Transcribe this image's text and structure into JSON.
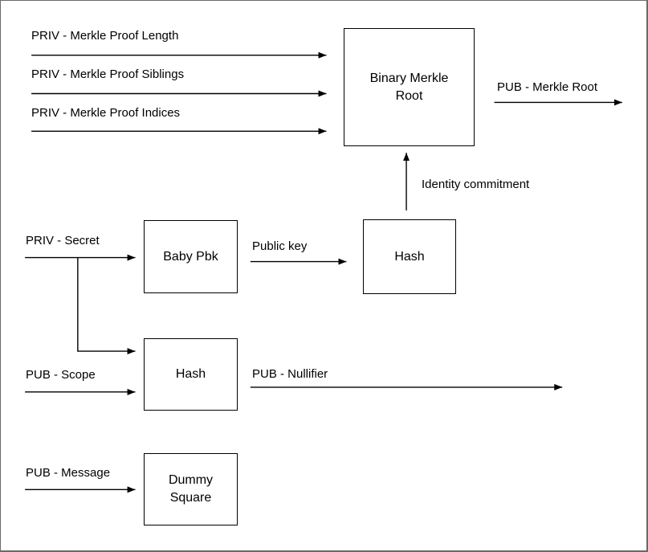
{
  "canvas": {
    "background": "#ffffff",
    "border_color": "#6a6a6a",
    "line_color": "#000000",
    "text_color": "#000000"
  },
  "boxes": [
    {
      "id": "binary-merkle-root",
      "label": "Binary Merkle\nRoot"
    },
    {
      "id": "baby-pbk",
      "label": "Baby Pbk"
    },
    {
      "id": "hash-identity",
      "label": "Hash"
    },
    {
      "id": "hash-nullifier",
      "label": "Hash"
    },
    {
      "id": "dummy-square",
      "label": "Dummy\nSquare"
    }
  ],
  "labels": {
    "priv_merkle_proof_length": "PRIV - Merkle Proof Length",
    "priv_merkle_proof_siblings": "PRIV - Merkle Proof Siblings",
    "priv_merkle_proof_indices": "PRIV - Merkle Proof Indices",
    "pub_merkle_root": "PUB - Merkle Root",
    "identity_commitment": "Identity commitment",
    "priv_secret": "PRIV - Secret",
    "public_key": "Public key",
    "pub_scope": "PUB - Scope",
    "pub_nullifier": "PUB - Nullifier",
    "pub_message": "PUB - Message"
  }
}
